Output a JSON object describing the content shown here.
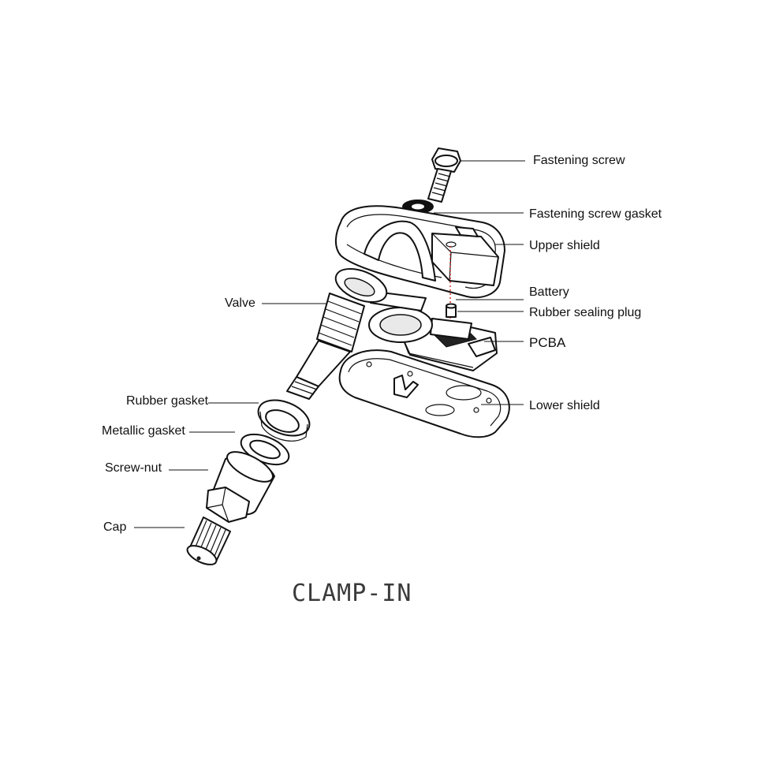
{
  "diagram": {
    "title": "CLAMP-IN",
    "labels": {
      "fastening_screw": "Fastening screw",
      "fastening_screw_gasket": "Fastening screw gasket",
      "upper_shield": "Upper shield",
      "battery": "Battery",
      "rubber_sealing_plug": "Rubber sealing plug",
      "pcba": "PCBA",
      "lower_shield": "Lower shield",
      "valve": "Valve",
      "rubber_gasket": "Rubber gasket",
      "metallic_gasket": "Metallic gasket",
      "screw_nut": "Screw-nut",
      "cap": "Cap"
    },
    "colors": {
      "line": "#111111",
      "guide": "#dd1111",
      "background": "#ffffff"
    }
  }
}
